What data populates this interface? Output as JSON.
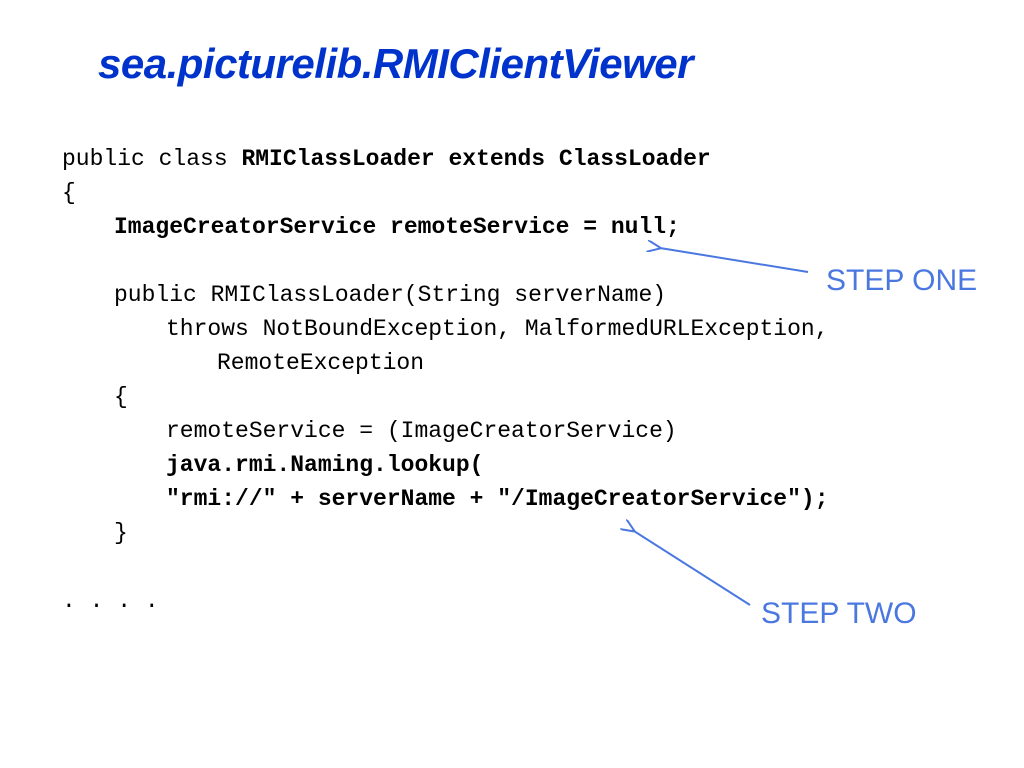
{
  "slide": {
    "title": "sea.picturelib.RMIClientViewer"
  },
  "code": {
    "line1_plain": "public class ",
    "line1_bold": "RMIClassLoader extends ClassLoader",
    "line2": "{",
    "line3_bold": "ImageCreatorService remoteService = null;",
    "line5": "public RMIClassLoader(String serverName)",
    "line6": "throws NotBoundException, MalformedURLException,",
    "line7": "RemoteException",
    "line8": "{",
    "line9": "remoteService = (ImageCreatorService)",
    "line10_bold": "java.rmi.Naming.lookup(",
    "line11_bold": "\"rmi://\" + serverName + \"/ImageCreatorService\");",
    "line12": "}",
    "line14": ". . . ."
  },
  "annotations": {
    "step_one": "STEP ONE",
    "step_two": "STEP TWO",
    "arrow_color": "#4a78e0"
  },
  "colors": {
    "title": "#0033cc",
    "code": "#000000",
    "background": "#ffffff"
  }
}
